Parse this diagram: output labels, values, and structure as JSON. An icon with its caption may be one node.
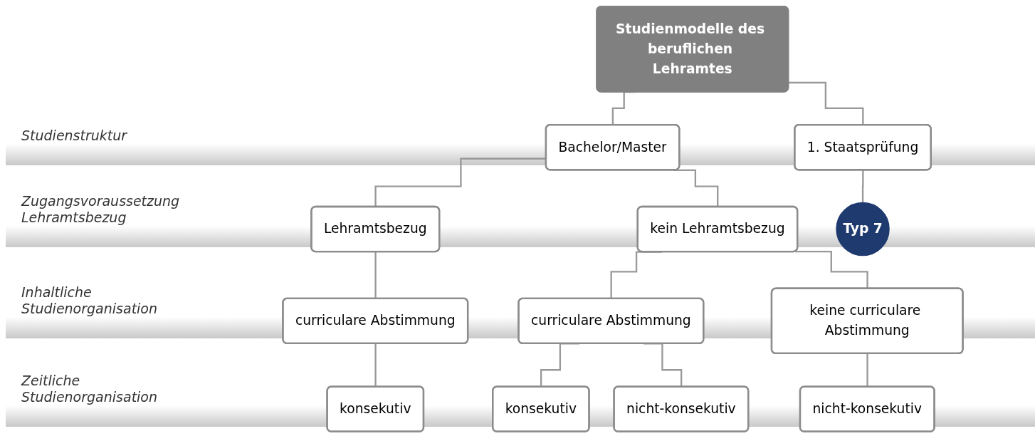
{
  "diagram": {
    "nodes": [
      {
        "text": [
          "Studienmodelle des beruflichen Lehramtes"
        ]
      },
      {
        "text": [
          "Bachelor/Master"
        ]
      },
      {
        "text": [
          "1. Staatsprüfung"
        ]
      },
      {
        "text": [
          "Lehramtsbezug"
        ]
      },
      {
        "text": [
          "kein Lehramtsbezug"
        ]
      },
      {
        "text": [
          "Typ 7"
        ]
      },
      {
        "text": [
          "curriculare Abstimmung"
        ]
      },
      {
        "text": [
          "curriculare Abstimmung"
        ]
      },
      {
        "text": [
          "keine curriculare Abstimmung"
        ]
      },
      {
        "text": [
          "konsekutiv"
        ]
      },
      {
        "text": [
          "konsekutiv"
        ]
      },
      {
        "text": [
          "nicht-konsekutiv"
        ]
      },
      {
        "text": [
          "nicht-konsekutiv"
        ]
      }
    ],
    "edges": [
      {
        "from": 0,
        "to": 1,
        "arrow": "none"
      },
      {
        "from": 0,
        "to": 2,
        "arrow": "none"
      },
      {
        "from": 1,
        "to": 3,
        "arrow": "none"
      },
      {
        "from": 1,
        "to": 4,
        "arrow": "none"
      },
      {
        "from": 2,
        "to": 5,
        "arrow": "none"
      },
      {
        "from": 3,
        "to": 6,
        "arrow": "none"
      },
      {
        "from": 4,
        "to": 7,
        "arrow": "none"
      },
      {
        "from": 4,
        "to": 8,
        "arrow": "none"
      },
      {
        "from": 6,
        "to": 9,
        "arrow": "none"
      },
      {
        "from": 7,
        "to": 10,
        "arrow": "none"
      },
      {
        "from": 7,
        "to": 11,
        "arrow": "none"
      },
      {
        "from": 8,
        "to": 12,
        "arrow": "none"
      }
    ],
    "labels": [
      "Studienstruktur",
      "Zugangsvoraussetzung Lehramtsbezug",
      "Inhaltliche Studienorganisation",
      "Zeitliche Studienorganisation"
    ]
  }
}
